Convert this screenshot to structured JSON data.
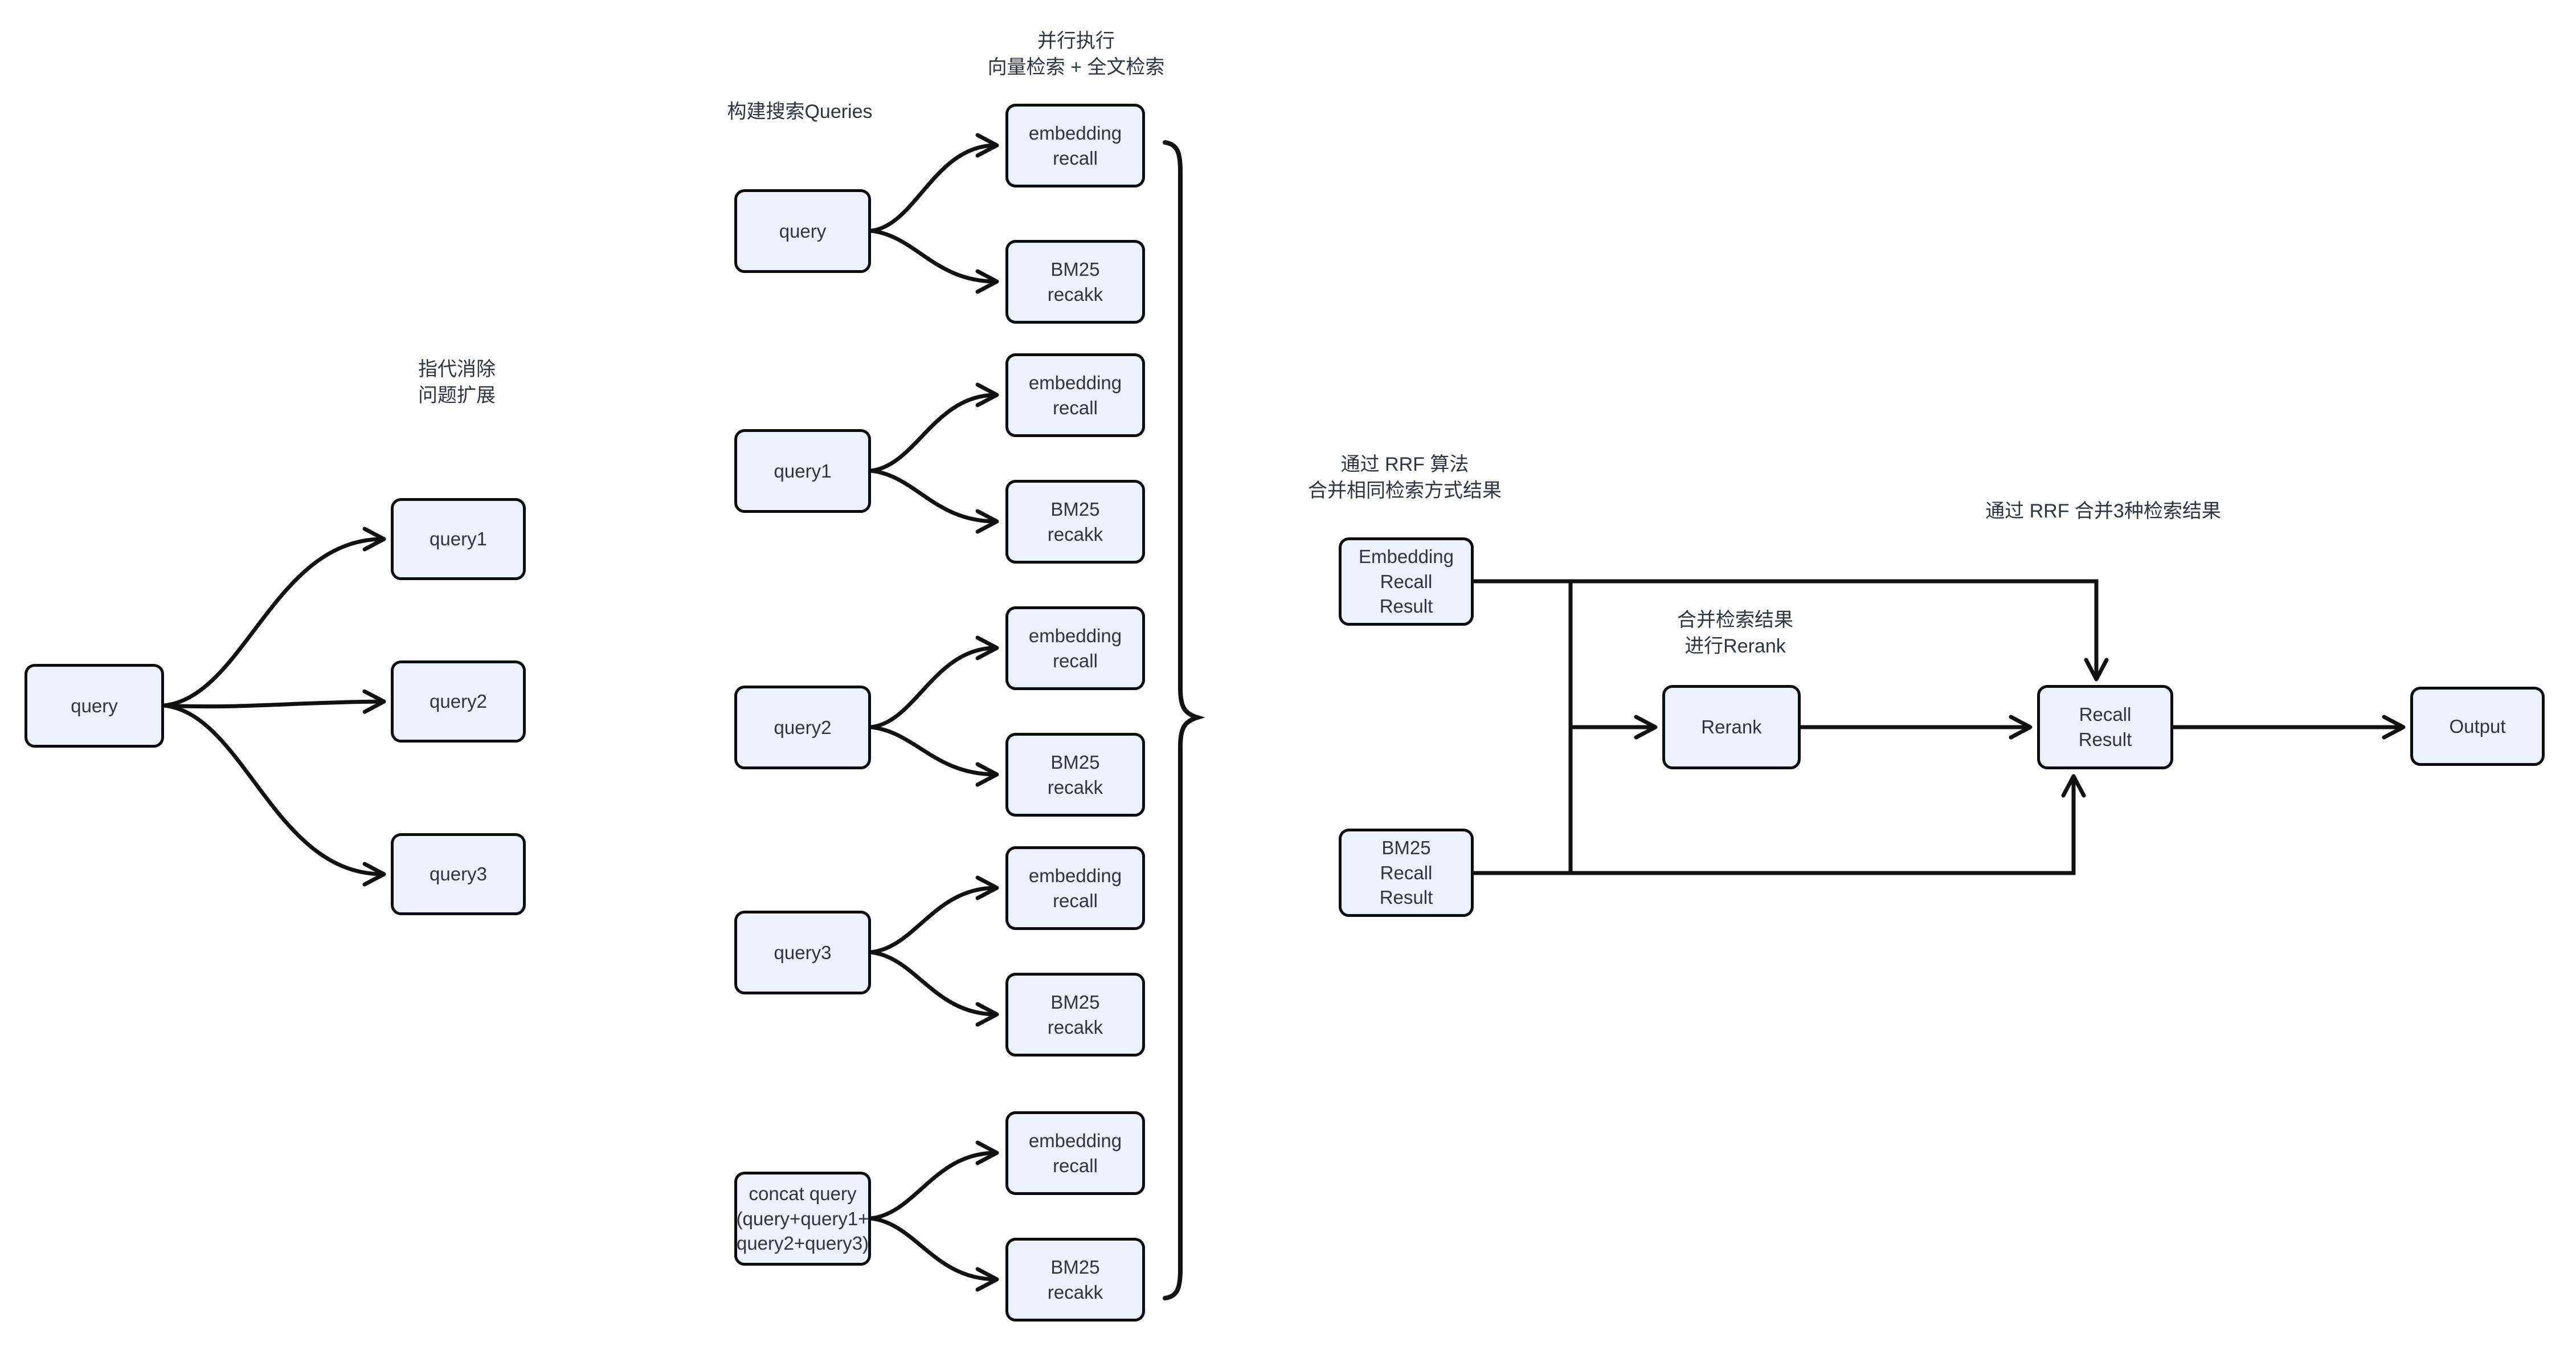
{
  "labels": {
    "parallel_exec": "并行执行\n向量检索 + 全文检索",
    "build_queries": "构建搜索Queries",
    "coref_expand": "指代消除\n问题扩展",
    "rrf_same": "通过 RRF 算法\n合并相同检索方式结果",
    "merge_rerank": "合并检索结果\n进行Rerank",
    "rrf_three": "通过 RRF 合并3种检索结果"
  },
  "nodes": {
    "src_query": "query",
    "q1": "query1",
    "q2": "query2",
    "q3": "query3",
    "mid_query": "query",
    "mid_q1": "query1",
    "mid_q2": "query2",
    "mid_q3": "query3",
    "concat": "concat query\n(query+query1+\nquery2+query3)",
    "emb_recall": "embedding\nrecall",
    "bm25_recall": "BM25\nrecakk",
    "emb_result": "Embedding\nRecall\nResult",
    "bm25_result": "BM25\nRecall\nResult",
    "rerank": "Rerank",
    "recall_result": "Recall\nResult",
    "output": "Output"
  },
  "colors": {
    "background": "#ffffff",
    "node_fill": "#edf1fb",
    "node_border": "#0d0d0d",
    "text": "#30343f",
    "edge": "#111111"
  }
}
